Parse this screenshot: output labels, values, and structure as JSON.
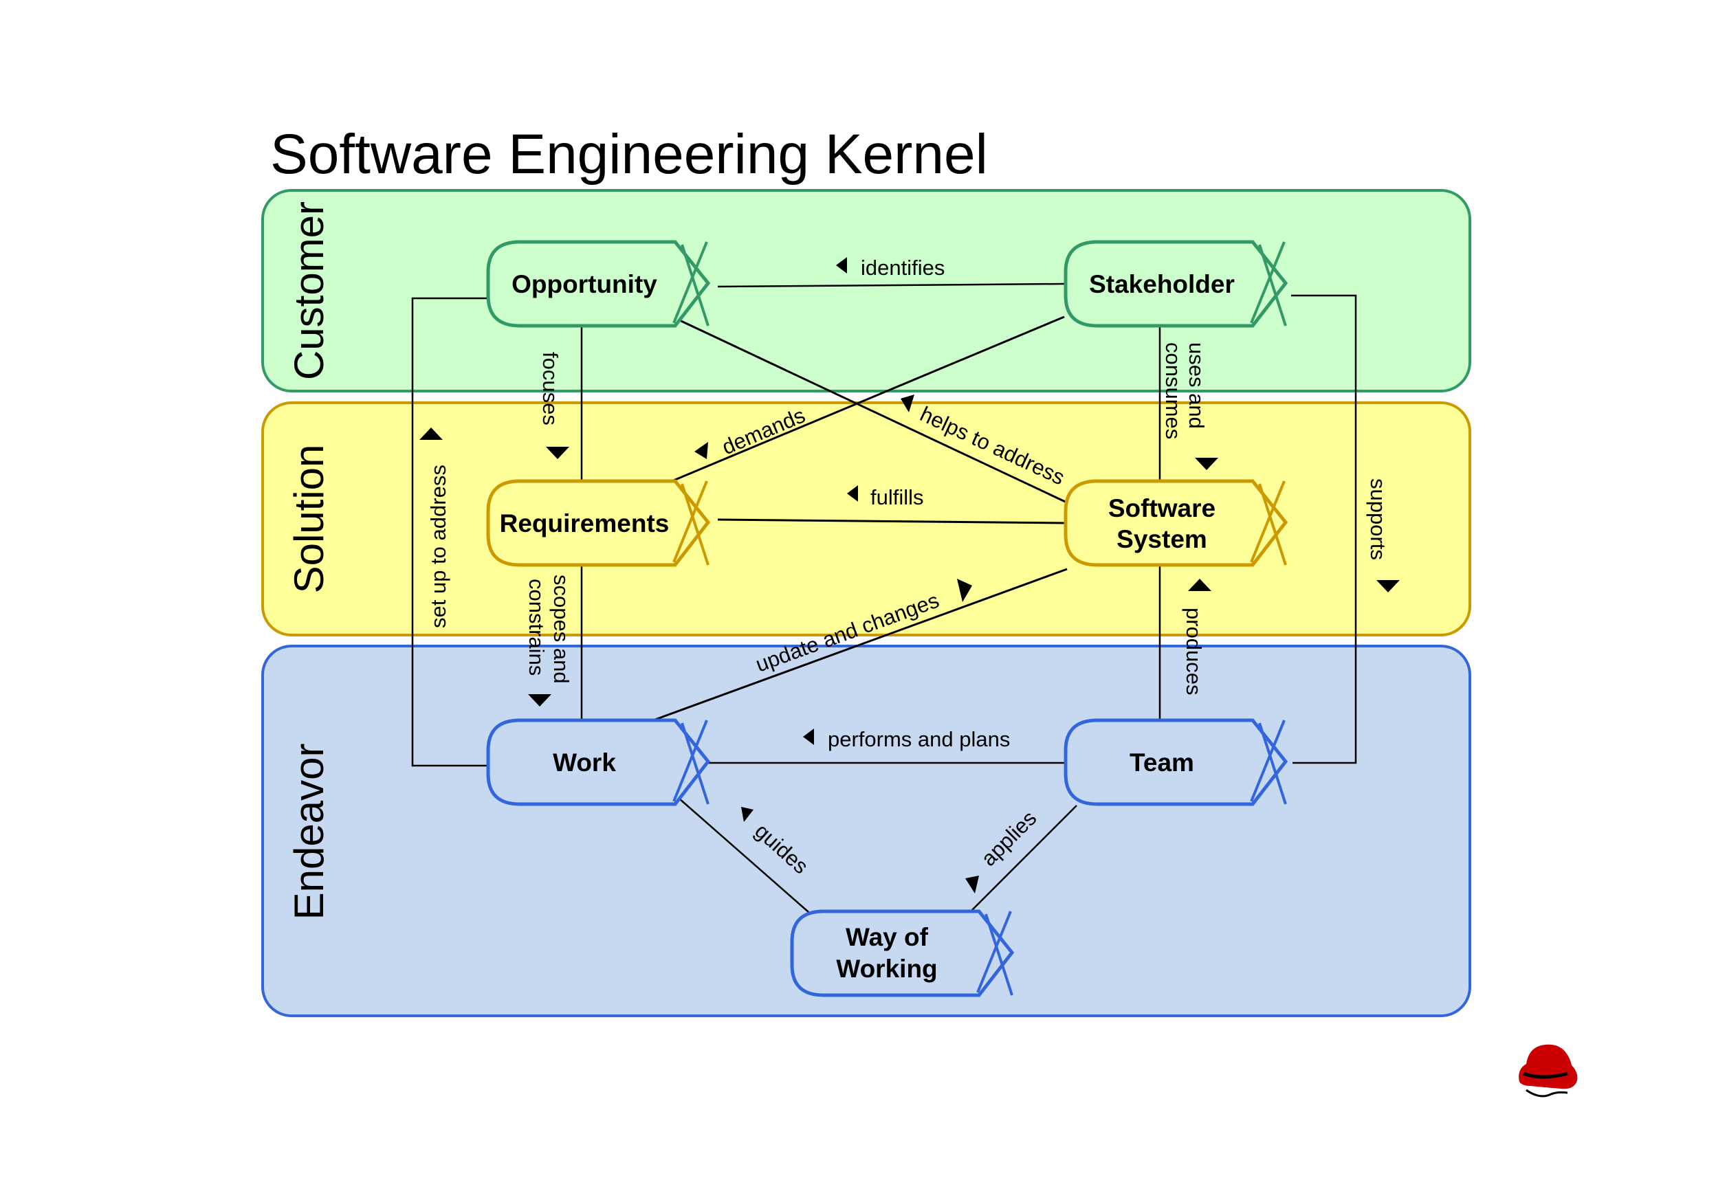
{
  "title": "Software Engineering Kernel",
  "areas": {
    "customer": {
      "label": "Customer",
      "fill": "#ccffcc",
      "stroke": "#339966"
    },
    "solution": {
      "label": "Solution",
      "fill": "#ffff99",
      "stroke": "#cc9900"
    },
    "endeavor": {
      "label": "Endeavor",
      "fill": "#c6d9f0",
      "stroke": "#3366dd"
    }
  },
  "alphas": {
    "opportunity": {
      "label": "Opportunity"
    },
    "stakeholder": {
      "label": "Stakeholder"
    },
    "requirements": {
      "label": "Requirements"
    },
    "software_system": {
      "line1": "Software",
      "line2": "System"
    },
    "work": {
      "label": "Work"
    },
    "team": {
      "label": "Team"
    },
    "way_of_working": {
      "line1": "Way of",
      "line2": "Working"
    }
  },
  "relationships": {
    "identifies": "identifies",
    "focuses": "focuses",
    "uses_and_consumes_1": "uses and",
    "uses_and_consumes_2": "consumes",
    "demands": "demands",
    "helps_to_address": "helps to address",
    "fulfills": "fulfills",
    "set_up_to_address": "set up to address",
    "supports": "supports",
    "scopes_and_constrains_1": "scopes and",
    "scopes_and_constrains_2": "constrains",
    "update_and_changes": "update and changes",
    "produces": "produces",
    "performs_and_plans": "performs and plans",
    "guides": "guides",
    "applies": "applies"
  },
  "logo": {
    "name": "red-hat-logo-icon",
    "color": "#cc0000"
  }
}
